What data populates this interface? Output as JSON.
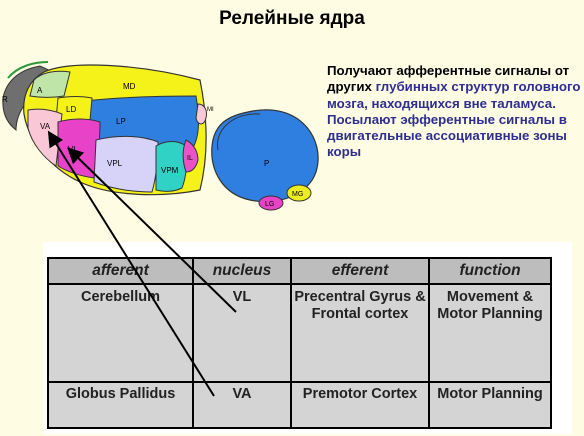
{
  "title": "Релейные ядра",
  "description": {
    "part1": "Получают афферентные сигналы от других ",
    "part2": "глубинных структур головного мозга, находящихся вне таламуса. Посылают эфферентные сигналы в двигательные ассоциативные зоны коры"
  },
  "diagram_labels": {
    "R": "R",
    "A": "A",
    "MD": "MD",
    "LD": "LD",
    "LP": "LP",
    "MI": "MI",
    "VA": "VA",
    "VL": "VL",
    "VPL": "VPL",
    "VPM": "VPM",
    "IL": "IL",
    "P": "P",
    "MG": "MG",
    "LG": "LG"
  },
  "colors": {
    "background": "#fefde3",
    "title_text": "#000000",
    "highlight_text": "#2e2e93",
    "reticular": "#6f6f6f",
    "anterior": "#bfe6a8",
    "mediodorsal": "#f5f21a",
    "lateral_dorsal": "#f5f21a",
    "lateral_posterior": "#2f7fe0",
    "ventral_anterior": "#f9c7d6",
    "ventral_lateral": "#e843c8",
    "vpl": "#d6d2f8",
    "vpm": "#2fd2c4",
    "intralaminar": "#ea52c8",
    "pulvinar": "#2f7fe0",
    "medial_geniculate": "#ecec20",
    "lateral_geniculate": "#e843c8",
    "table_body": "#d4d4d4",
    "table_header": "#bdbdbd"
  },
  "table": {
    "headers": [
      "afferent",
      "nucleus",
      "efferent",
      "function"
    ],
    "rows": [
      [
        "Cerebellum",
        "VL",
        "Precentral Gyrus & Frontal cortex",
        "Movement & Motor Planning"
      ],
      [
        "Globus Pallidus",
        "VA",
        "Premotor Cortex",
        "Motor Planning"
      ]
    ]
  }
}
